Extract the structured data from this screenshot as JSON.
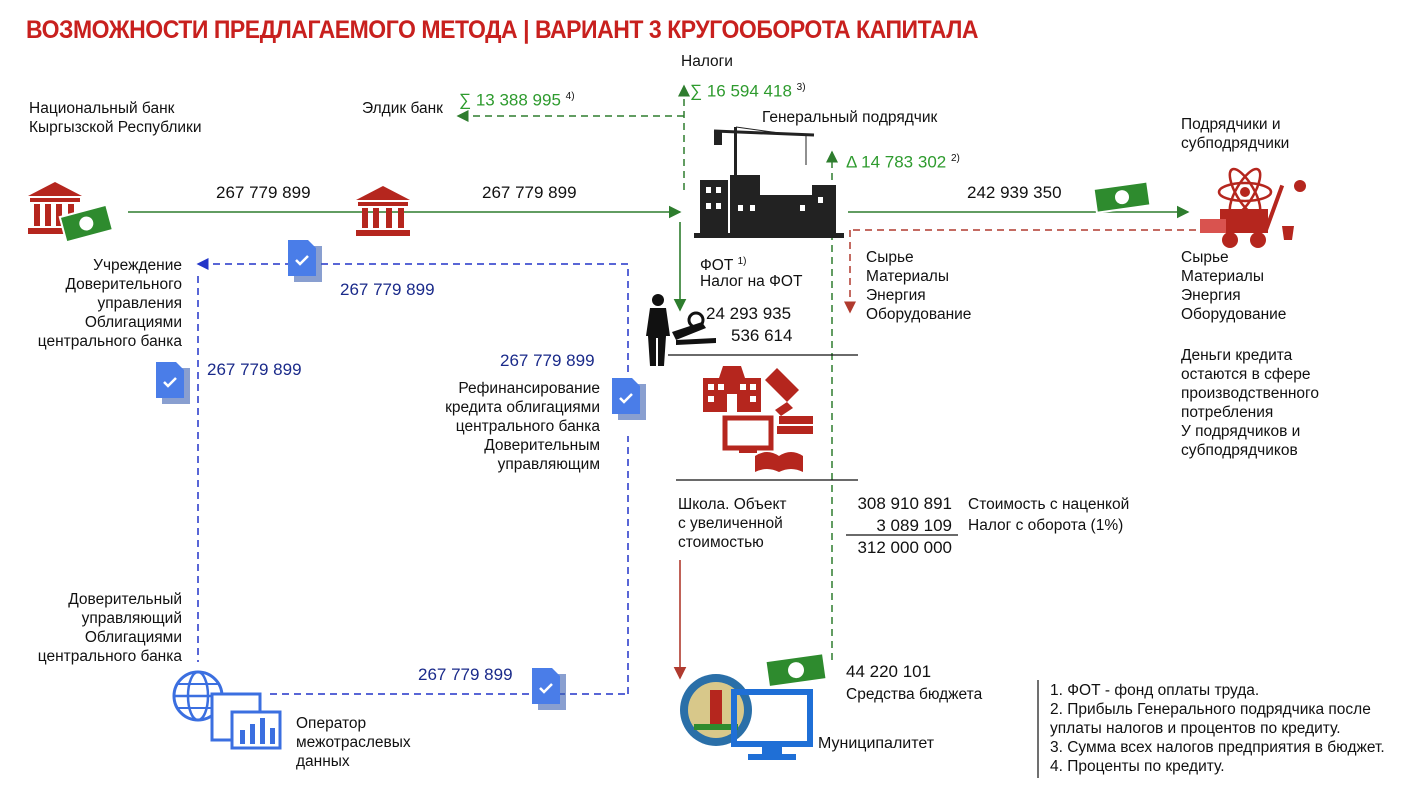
{
  "title": "ВОЗМОЖНОСТИ ПРЕДЛАГАЕМОГО МЕТОДА | ВАРИАНТ 3 КРУГООБОРОТА КАПИТАЛА",
  "nodes": {
    "national_bank": [
      "Национальный банк",
      "Кыргызской Республики"
    ],
    "eldik_bank": "Элдик банк",
    "taxes": "Налоги",
    "general_contractor": "Генеральный подрядчик",
    "contractors": [
      "Подрядчики и",
      "субподрядчики"
    ],
    "trust_institution": [
      "Учреждение",
      "Доверительного",
      "управления",
      "Облигациями",
      "центрального банка"
    ],
    "trustee": [
      "Доверительный",
      "управляющий",
      "Облигациями",
      "центрального банка"
    ],
    "operator": [
      "Оператор",
      "межотраслевых",
      "данных"
    ],
    "refinancing": [
      "Рефинансирование",
      "кредита облигациями",
      "центрального банка",
      "Доверительным",
      "управляющим"
    ],
    "school": [
      "Школа. Объект",
      "с увеличенной",
      "стоимостью"
    ],
    "municipality": "Муниципалитет"
  },
  "flows": {
    "nb_to_bank": "267 779 899",
    "bank_to_gc": "267 779 899",
    "gc_to_contractors": "242 939 350",
    "doc_top": "267 779 899",
    "doc_left": "267 779 899",
    "doc_refin": "267 779 899",
    "doc_bottom": "267 779 899",
    "sum_eldik": "∑ 13 388 995",
    "sum_eldik_ref": "4)",
    "sum_taxes": "∑ 16 594 418",
    "sum_taxes_ref": "3)",
    "delta_profit": "Δ 14 783 302",
    "delta_profit_ref": "2)"
  },
  "payroll": {
    "label": "ФОТ",
    "label_ref": "1)",
    "tax_label": "Налог на ФОТ",
    "value1": "24 293 935",
    "value2": "536 614"
  },
  "materials_gc": [
    "Сырье",
    "Материалы",
    "Энергия",
    "Оборудование"
  ],
  "materials_contr": [
    "Сырье",
    "Материалы",
    "Энергия",
    "Оборудование"
  ],
  "credit_note": [
    "Деньги кредита",
    "остаются в сфере",
    "производственного",
    "потребления",
    "У подрядчиков и",
    "субподрядчиков"
  ],
  "cost": {
    "value1": "308 910 891",
    "value2": "3 089 109",
    "total": "312 000 000",
    "label1": "Стоимость с наценкой",
    "label2": "Налог с оборота (1%)"
  },
  "budget": {
    "value": "44 220 101",
    "label": "Средства бюджета"
  },
  "notes": [
    "1. ФОТ - фонд оплаты труда.",
    "2. Прибыль Генерального подрядчика после",
    "уплаты налогов и процентов по кредиту.",
    "3. Сумма всех налогов предприятия в бюджет.",
    "4. Проценты по кредиту."
  ],
  "colors": {
    "title": "#c8201e",
    "green_flow": "#2e7d2e",
    "green_text": "#2e9b2e",
    "blue_flow": "#2234c8",
    "blue_text": "#1a2a8a",
    "red_flow": "#b03a2e",
    "icon_red": "#b5261e",
    "doc_blue": "#4a7de8"
  }
}
